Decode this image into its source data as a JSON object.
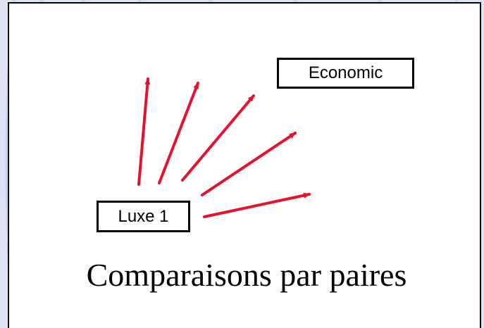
{
  "slide": {
    "target_label": "Economic",
    "source_label": "Luxe 1",
    "caption": "Comparaisons par paires"
  },
  "colors": {
    "arrow": "#e8112d",
    "background": "#dde3f3",
    "panel": "#ffffff",
    "border": "#000000"
  },
  "icons": {
    "arrow": "arrow-icon"
  }
}
